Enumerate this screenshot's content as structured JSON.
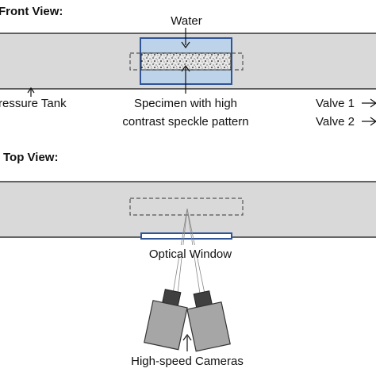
{
  "front_view": {
    "heading": "Front View:",
    "labels": {
      "water": "Water",
      "pressure_tank": "ressure Tank",
      "specimen_line1": "Specimen with high",
      "specimen_line2": "contrast speckle pattern",
      "valve1": "Valve 1",
      "valve2": "Valve 2"
    }
  },
  "top_view": {
    "heading": "Top View:",
    "labels": {
      "optical_window": "Optical Window",
      "cameras": "High-speed Cameras"
    }
  },
  "colors": {
    "tank_fill": "#d9d9d9",
    "water_fill": "#bdd3ea",
    "window_border": "#2f5597",
    "camera_body": "#a6a6a6",
    "camera_lens": "#404040",
    "outline": "#333333"
  }
}
